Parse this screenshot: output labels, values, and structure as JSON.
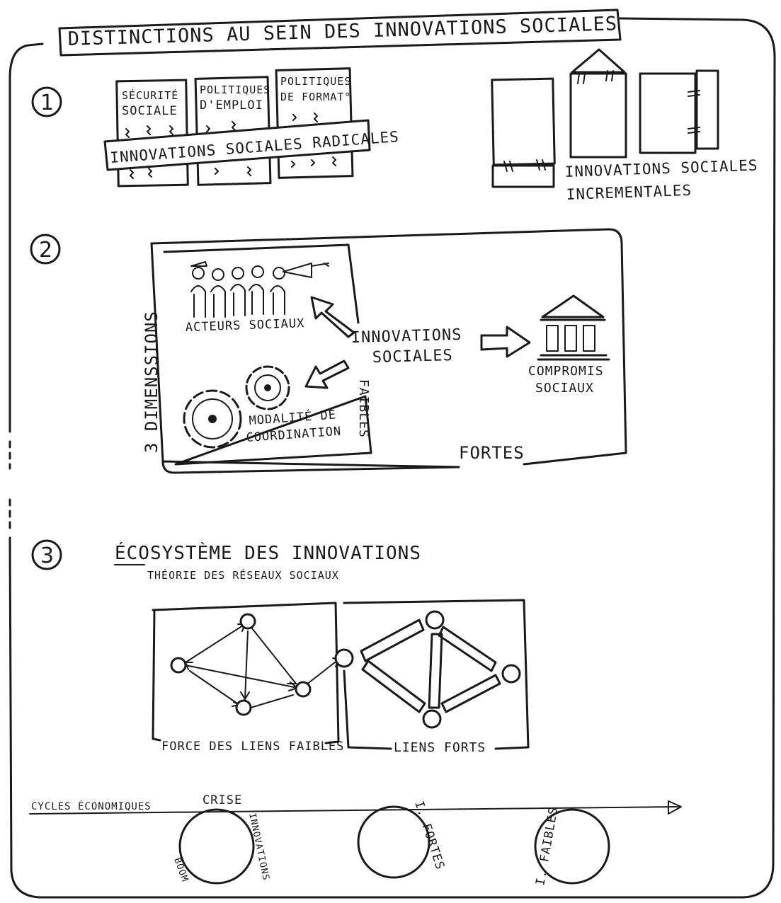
{
  "title": "DISTINCTIONS AU SEIN DES INNOVATIONS SOCIALES",
  "section1": {
    "number": "1",
    "columns": [
      {
        "line1": "SÉCURITÉ",
        "line2": "SOCIALE"
      },
      {
        "line1": "POLITIQUES",
        "line2": "D'EMPLOI"
      },
      {
        "line1": "POLITIQUES",
        "line2": "DE FORMAT°"
      }
    ],
    "radical_label": "INNOVATIONS SOCIALES RADICALES",
    "incremental_label_line1": "INNOVATIONS SOCIALES",
    "incremental_label_line2": "INCREMENTALES"
  },
  "section2": {
    "number": "2",
    "side_label": "3 DIMENSSIONS",
    "actors_label": "ACTEURS SOCIAUX",
    "center_line1": "INNOVATIONS",
    "center_line2": "SOCIALES",
    "coord_line1": "MODALITÉ DE",
    "coord_line2": "COORDINATION",
    "compromis_line1": "COMPROMIS",
    "compromis_line2": "SOCIAUX",
    "weak_label": "FAIBLES",
    "strong_label": "FORTES"
  },
  "section3": {
    "number": "3",
    "title": "ÉCOSYSTÈME DES INNOVATIONS",
    "subtitle": "THÉORIE DES RÉSEAUX SOCIAUX",
    "weak_ties_label": "FORCE DES LIENS FAIBLES",
    "strong_ties_label": "LIENS FORTS",
    "cycles_label": "CYCLES ÉCONOMIQUES",
    "crisis_label": "CRISE",
    "innovations_label": "INNOVATIONS",
    "boom_label": "BOOM",
    "strong_i_label": "I. FORTES",
    "weak_i_label": "I. FAIBLES"
  }
}
